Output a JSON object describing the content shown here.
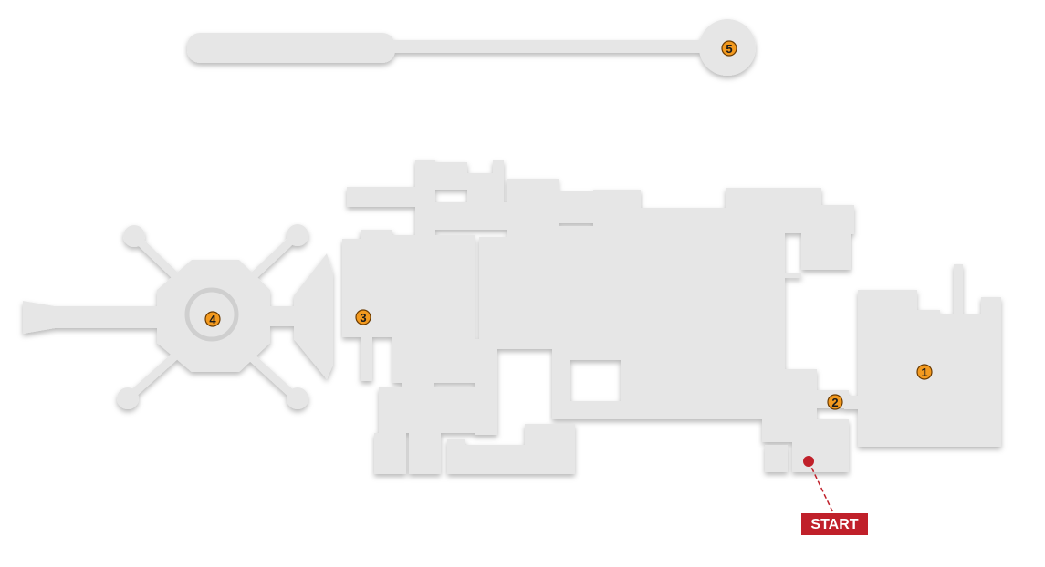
{
  "map": {
    "markers": [
      {
        "id": "marker-1",
        "label": "1"
      },
      {
        "id": "marker-2",
        "label": "2"
      },
      {
        "id": "marker-3",
        "label": "3"
      },
      {
        "id": "marker-4",
        "label": "4"
      },
      {
        "id": "marker-5",
        "label": "5"
      }
    ],
    "start_label": "START",
    "colors": {
      "floor": "#e6e6e6",
      "marker_fill": "#f39a1f",
      "start_red": "#c0202a"
    }
  }
}
